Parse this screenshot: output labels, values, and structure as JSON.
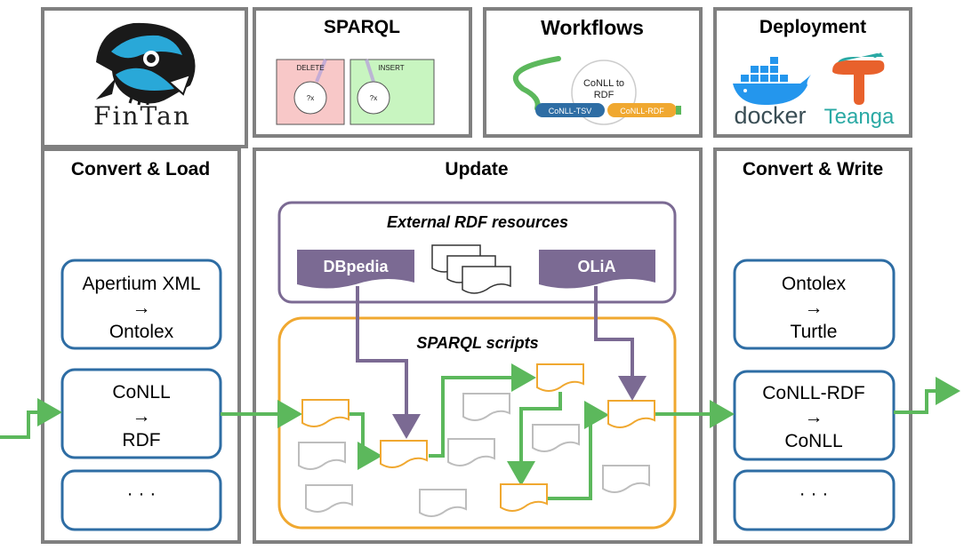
{
  "panels": {
    "sparql": "SPARQL",
    "workflows": "Workflows",
    "deployment": "Deployment",
    "convert_load": "Convert & Load",
    "update": "Update",
    "convert_write": "Convert & Write"
  },
  "logo": {
    "text": "FinTan"
  },
  "sparql_thumb": {
    "delete": "DELETE",
    "insert": "INSERT",
    "var": "?x"
  },
  "workflow_thumb": {
    "node": "CoNLL to RDF",
    "node_line1": "CoNLL to",
    "node_line2": "RDF",
    "in": "CoNLL-TSV",
    "out": "CoNLL-RDF"
  },
  "deployment_logos": {
    "docker": "docker",
    "teanga": "Teanga"
  },
  "load_boxes": [
    {
      "line1": "Apertium XML",
      "arrow": "→",
      "line2": "Ontolex"
    },
    {
      "line1": "CoNLL",
      "arrow": "→",
      "line2": "RDF"
    },
    {
      "line1": "· · ·"
    }
  ],
  "write_boxes": [
    {
      "line1": "Ontolex",
      "arrow": "→",
      "line2": "Turtle"
    },
    {
      "line1": "CoNLL-RDF",
      "arrow": "→",
      "line2": "CoNLL"
    },
    {
      "line1": "· · ·"
    }
  ],
  "external": {
    "title": "External RDF resources",
    "dbpedia": "DBpedia",
    "olia": "OLiA"
  },
  "scripts": {
    "title": "SPARQL scripts"
  },
  "colors": {
    "panel_border": "#808080",
    "box_border": "#2e6da4",
    "purple": "#7b6a93",
    "orange": "#f0a830",
    "green": "#5cb85c",
    "grey_doc": "#bdbdbd",
    "sparql_delete": "#f8c8c8",
    "sparql_insert": "#c8f5c0",
    "docker_blue": "#2496ed",
    "teanga_orange": "#e8612c",
    "teanga_teal": "#2aa9a4"
  },
  "icons": [
    "fish-logo-icon",
    "document-stack-icon",
    "docker-whale-icon",
    "teanga-t-icon"
  ]
}
